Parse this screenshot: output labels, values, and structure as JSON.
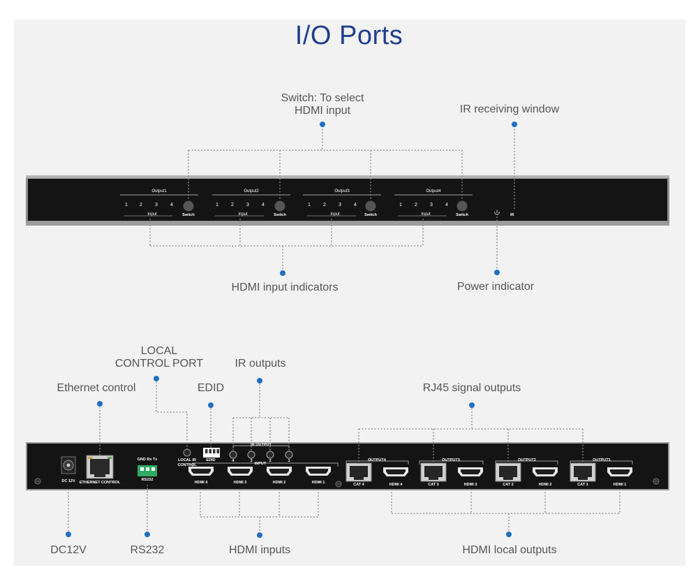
{
  "title": "I/O Ports",
  "front_labels": {
    "switch_line1": "Switch: To select",
    "switch_line2": "HDMI input",
    "ir_window": "IR receiving window",
    "input_indicators": "HDMI input indicators",
    "power_indicator": "Power indicator"
  },
  "rear_labels": {
    "local_control_line1": "LOCAL",
    "local_control_line2": "CONTROL PORT",
    "ir_outputs": "IR outputs",
    "ethernet_control": "Ethernet control",
    "edid": "EDID",
    "rj45_outputs": "RJ45 signal outputs",
    "dc12v": "DC12V",
    "rs232": "RS232",
    "hdmi_inputs": "HDMI inputs",
    "hdmi_local_outputs": "HDMI local outputs"
  },
  "front_panel": {
    "groups": [
      {
        "output": "Output1",
        "indicators": [
          "1",
          "2",
          "3",
          "4"
        ],
        "input_label": "Input",
        "switch_label": "Switch"
      },
      {
        "output": "Output2",
        "indicators": [
          "1",
          "2",
          "3",
          "4"
        ],
        "input_label": "Input",
        "switch_label": "Switch"
      },
      {
        "output": "Output3",
        "indicators": [
          "1",
          "2",
          "3",
          "4"
        ],
        "input_label": "Input",
        "switch_label": "Switch"
      },
      {
        "output": "Output4",
        "indicators": [
          "1",
          "2",
          "3",
          "4"
        ],
        "input_label": "Input",
        "switch_label": "Switch"
      }
    ],
    "ir_text": "IR",
    "power_icon": "power-icon"
  },
  "rear_panel": {
    "dc": "DC 12V",
    "ethernet": "ETHERNET CONTROL",
    "rs232_pins": "GND Rx Tx",
    "rs232": "RS232",
    "local_ir_line1": "LOCAL IR",
    "local_ir_line2": "CONTROL",
    "edid": "EDID",
    "ir_output": "IR OUTPUT",
    "ir_numbers": [
      "4",
      "3",
      "2",
      "1"
    ],
    "input": "INPUT",
    "hdmi_inputs": [
      "HDMI 4",
      "HDMI 3",
      "HDMI 2",
      "HDMI 1"
    ],
    "outputs": [
      {
        "group": "OUTPUT4",
        "cat": "CAT 4",
        "hdmi": "HDMI 4"
      },
      {
        "group": "OUTPUT3",
        "cat": "CAT 3",
        "hdmi": "HDMI 3"
      },
      {
        "group": "OUTPUT2",
        "cat": "CAT 2",
        "hdmi": "HDMI 2"
      },
      {
        "group": "OUTPUT1",
        "cat": "CAT 1",
        "hdmi": "HDMI 1"
      }
    ]
  },
  "colors": {
    "title": "#1f3f8e",
    "dot": "#1f6fc1",
    "device": "#141414",
    "label": "#555555",
    "leader": "#888888"
  }
}
